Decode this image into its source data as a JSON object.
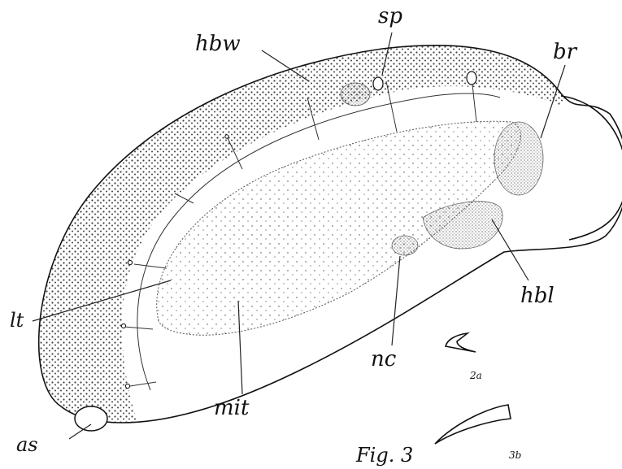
{
  "figure": {
    "labels": {
      "hbw": "hbw",
      "sp": "sp",
      "br": "br",
      "lt": "lt",
      "hbl": "hbl",
      "nc": "nc",
      "mit": "mit",
      "as": "as",
      "fig": "Fig. 3",
      "inset_a": "2a",
      "inset_b": "3b"
    },
    "colors": {
      "ink": "#111111",
      "background": "#ffffff"
    }
  }
}
